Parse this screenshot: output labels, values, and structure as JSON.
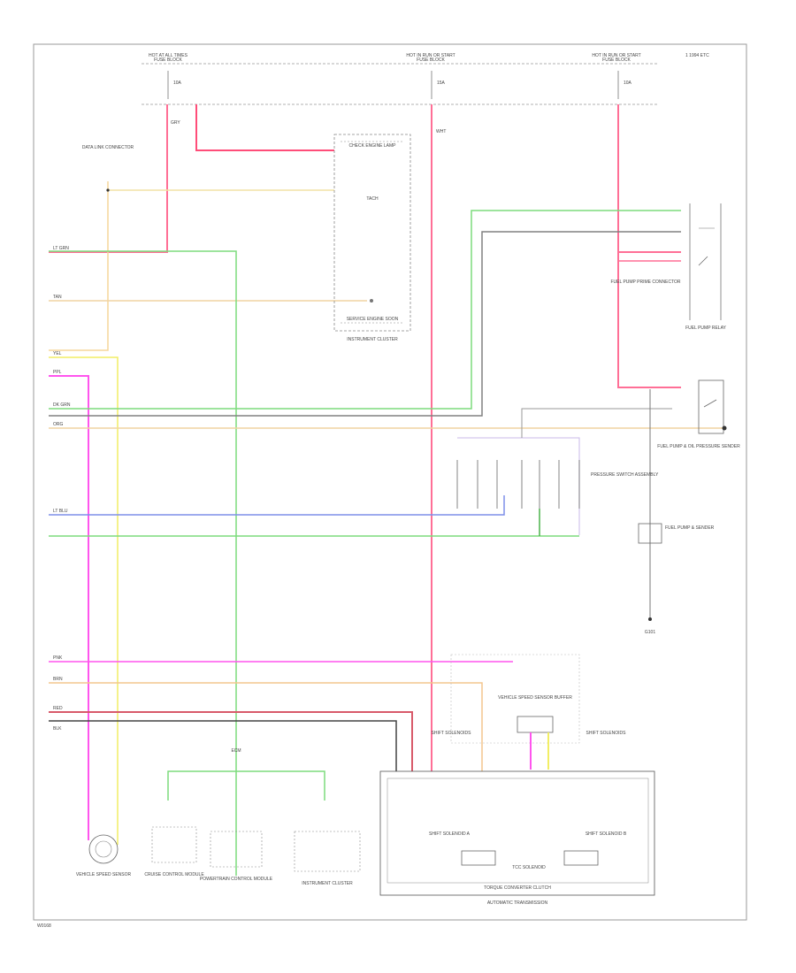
{
  "diagram": {
    "corner_code": "1 1994 ETC",
    "footer_code": "W0168",
    "top_feeds": [
      {
        "name": "HOT AT ALL TIMES",
        "sub": "FUSE BLOCK"
      },
      {
        "name": "HOT IN RUN OR START",
        "sub": "FUSE BLOCK"
      },
      {
        "name": "HOT IN RUN OR START",
        "sub": "FUSE BLOCK"
      }
    ],
    "fuses": [
      {
        "label": "10A"
      },
      {
        "label": "15A"
      },
      {
        "label": "10A"
      }
    ],
    "components": {
      "instrument_cluster": "INSTRUMENT CLUSTER",
      "cluster_top": "CHECK ENGINE LAMP",
      "cluster_bottom": "SERVICE ENGINE SOON",
      "cluster_mid": "TACH",
      "data_link": "DATA LINK CONNECTOR",
      "fuel_pump_relay": "FUEL PUMP RELAY",
      "fuel_pump_primer": "FUEL PUMP PRIME CONNECTOR",
      "oil_pressure": "FUEL PUMP & OIL PRESSURE SENDER",
      "fuel_pump": "FUEL PUMP & SENDER",
      "ground": "G101",
      "vss": "VEHICLE SPEED SENSOR",
      "cruise": "CRUISE CONTROL MODULE",
      "ecm": "ECM",
      "pcm_module": "POWERTRAIN CONTROL MODULE",
      "transmission": "AUTOMATIC TRANSMISSION",
      "buffer": "VEHICLE SPEED SENSOR BUFFER",
      "shift_solenoids": "SHIFT SOLENOIDS",
      "trans_pressure": "PRESSURE SWITCH ASSEMBLY",
      "solenoid_a": "SHIFT SOLENOID A",
      "solenoid_b": "SHIFT SOLENOID B",
      "tcc": "TCC SOLENOID",
      "instrument_panel": "INSTRUMENT CLUSTER",
      "torque_switch": "TORQUE CONVERTER CLUTCH"
    },
    "wires": {
      "org": "ORG",
      "red": "RED",
      "pnk": "PNK",
      "tan": "TAN",
      "yel": "YEL",
      "ltgrn": "LT GRN",
      "dkgrn": "DK GRN",
      "blk": "BLK",
      "wht": "WHT",
      "ltblu": "LT BLU",
      "gry": "GRY",
      "ppl": "PPL",
      "brn": "BRN"
    },
    "colors": {
      "pink": "#ff6f96",
      "green": "#7ddc7d",
      "yellow": "#f2ee64",
      "tan": "#f1d4a2",
      "magenta": "#ff55ee",
      "blue": "#7f8fe8",
      "red": "#d85a6a",
      "gray": "#808080",
      "black": "#222222",
      "lavender": "#c9b8ea",
      "orange": "#f4c58d"
    }
  }
}
